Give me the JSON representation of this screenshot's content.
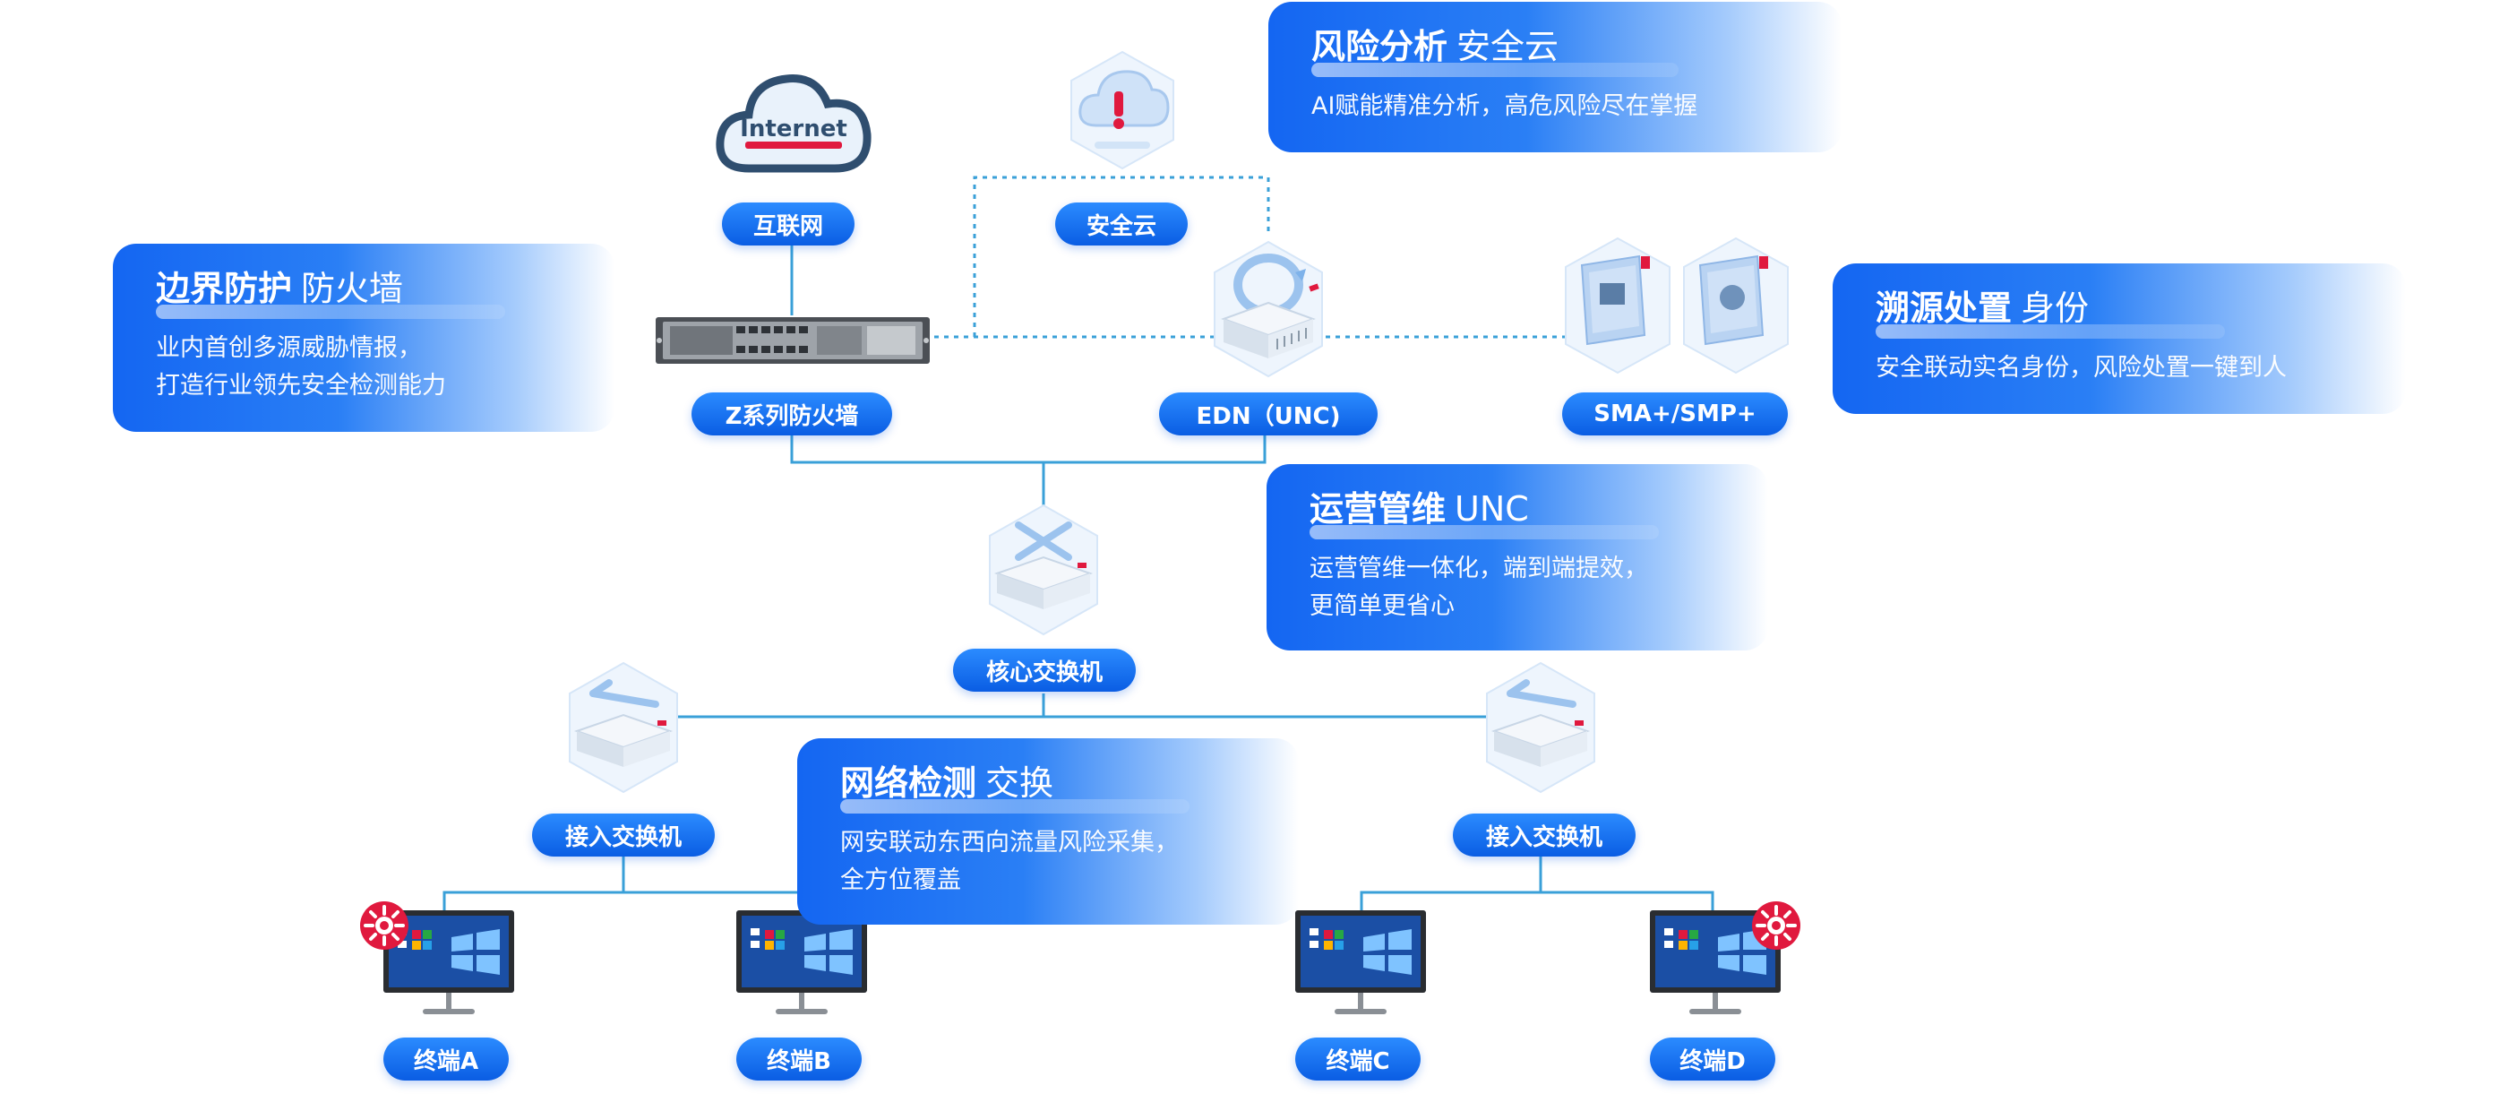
{
  "nodes": {
    "internet_logo": "Internet",
    "internet": "互联网",
    "security_cloud": "安全云",
    "firewall": "Z系列防火墙",
    "edn": "EDN（UNC)",
    "sma": "SMA+/SMP+",
    "core_switch": "核心交换机",
    "access_switch_left": "接入交换机",
    "access_switch_right": "接入交换机",
    "terminal_a": "终端A",
    "terminal_b": "终端B",
    "terminal_c": "终端C",
    "terminal_d": "终端D"
  },
  "cards": {
    "risk": {
      "title_bold": "风险分析",
      "title_light": "安全云",
      "lines": [
        "AI赋能精准分析，高危风险尽在掌握"
      ]
    },
    "border": {
      "title_bold": "边界防护",
      "title_light": "防火墙",
      "lines": [
        "业内首创多源威胁情报，",
        "打造行业领先安全检测能力"
      ]
    },
    "trace": {
      "title_bold": "溯源处置",
      "title_light": "身份",
      "lines": [
        "安全联动实名身份，风险处置一键到人"
      ]
    },
    "ops": {
      "title_bold": "运营管维",
      "title_light": "UNC",
      "lines": [
        "运营管维一体化，端到端提效，",
        "更简单更省心"
      ]
    },
    "detect": {
      "title_bold": "网络检测",
      "title_light": "交换",
      "lines": [
        "网安联动东西向流量风险采集，",
        "全方位覆盖"
      ]
    }
  },
  "colors": {
    "accent": "#1466f2",
    "line": "#3aa0d8",
    "virus": "#e0193e"
  },
  "icons": {
    "internet": "cloud-icon",
    "security_cloud": "alert-cloud-icon",
    "firewall": "firewall-rack-icon",
    "edn": "edn-device-icon",
    "sma": "sma-device-icon",
    "switch": "switch-icon",
    "terminal": "monitor-icon",
    "virus": "virus-icon"
  }
}
